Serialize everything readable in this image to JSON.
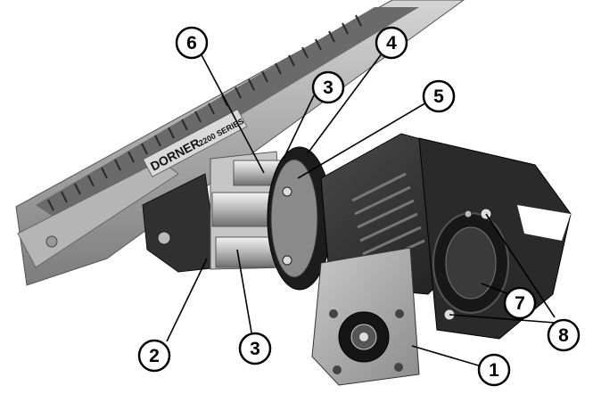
{
  "brand": {
    "name": "DORNER",
    "series": "2200 SERIES"
  },
  "callouts": [
    {
      "id": "callout-1",
      "label": "1"
    },
    {
      "id": "callout-2",
      "label": "2"
    },
    {
      "id": "callout-3a",
      "label": "3"
    },
    {
      "id": "callout-3b",
      "label": "3"
    },
    {
      "id": "callout-4",
      "label": "4"
    },
    {
      "id": "callout-5",
      "label": "5"
    },
    {
      "id": "callout-6",
      "label": "6"
    },
    {
      "id": "callout-7",
      "label": "7"
    },
    {
      "id": "callout-8",
      "label": "8"
    }
  ]
}
